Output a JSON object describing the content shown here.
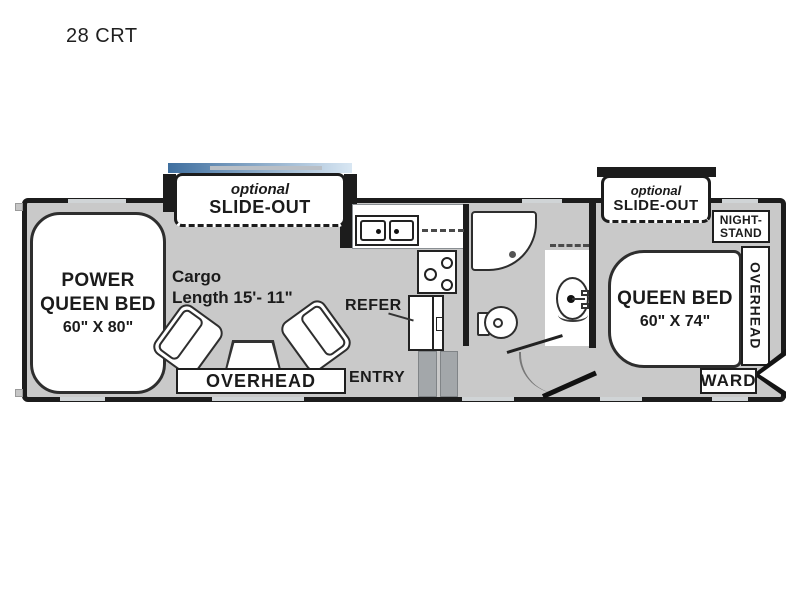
{
  "title": "28 CRT",
  "colors": {
    "floor": "#c9c9c9",
    "wall": "#1c1c1c",
    "fixture_line": "#2e2e2e",
    "step_gray": "#a3a7aa",
    "awning_blue": "#3f6f9f",
    "awning_light": "#d9e7f3",
    "window_gap": "#d0d4d6"
  },
  "slideout": {
    "optional": "optional",
    "label": "SLIDE-OUT"
  },
  "front_bed": [
    "POWER",
    "QUEEN BED",
    "60\" X 80\""
  ],
  "cargo": [
    "Cargo",
    "Length 15'- 11\""
  ],
  "overhead_front": "OVERHEAD",
  "refer": "REFER",
  "entry": "ENTRY",
  "rear_bed": [
    "QUEEN BED",
    "60\" X 74\""
  ],
  "nightstand": [
    "NIGHT-",
    "STAND"
  ],
  "overhead_rear": "OVERHEAD",
  "ward": "WARD"
}
